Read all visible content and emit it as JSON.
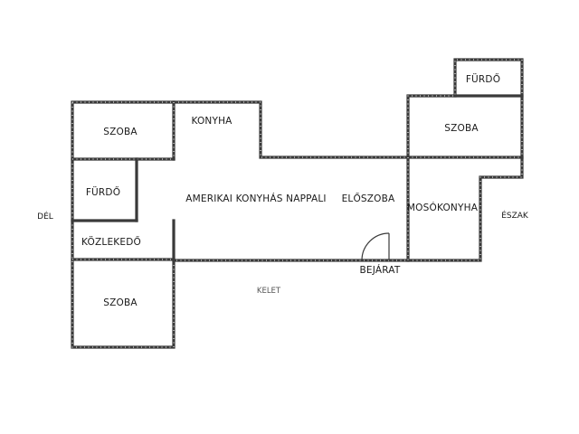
{
  "rooms": {
    "furdo_top": "FÜRDŐ",
    "szoba_left_top": "SZOBA",
    "konyha": "KONYHA",
    "szoba_right": "SZOBA",
    "furdo_left": "FÜRDŐ",
    "nappali": "AMERIKAI KONYHÁS NAPPALI",
    "eloszoba": "ELŐSZOBA",
    "mosokonyha": "MOSÓKONYHA",
    "kozlekedo": "KÖZLEKEDŐ",
    "szoba_left_bottom": "SZOBA"
  },
  "labels": {
    "bejarat": "BEJÁRAT",
    "kelet": "KELET",
    "del": "DÉL",
    "eszak": "ÉSZAK"
  }
}
